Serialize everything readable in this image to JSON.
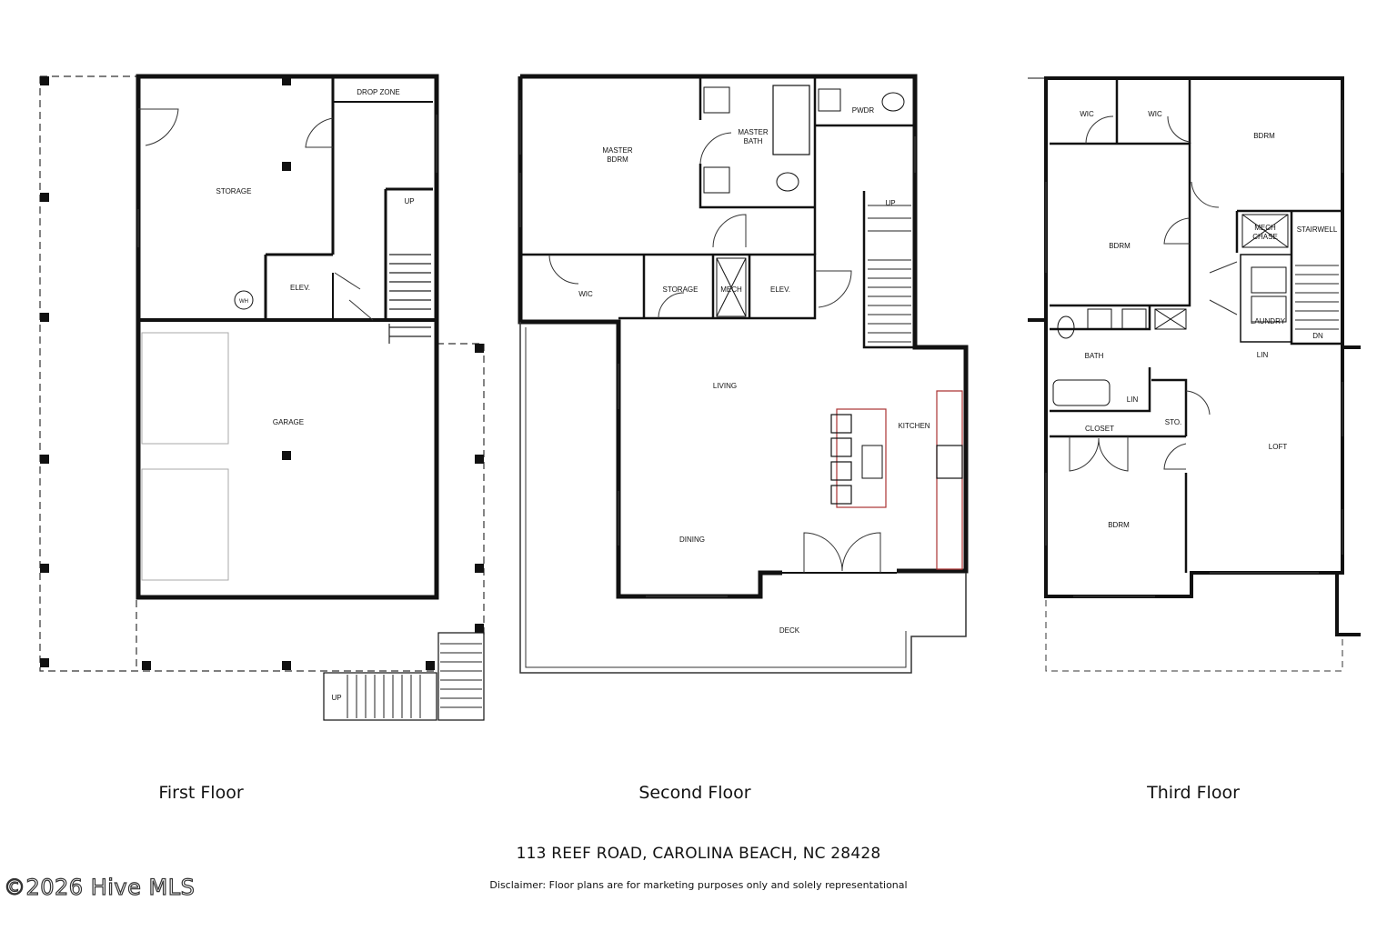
{
  "floors": [
    {
      "caption": "First Floor",
      "rooms": {
        "drop_zone": "DROP ZONE",
        "storage": "STORAGE",
        "elev": "ELEV.",
        "wh": "WH",
        "up": "UP",
        "garage": "GARAGE",
        "stair_up": "UP"
      }
    },
    {
      "caption": "Second Floor",
      "rooms": {
        "master_bdrm_1": "MASTER",
        "master_bdrm_2": "BDRM",
        "master_bath_1": "MASTER",
        "master_bath_2": "BATH",
        "pwdr": "PWDR",
        "up": "UP",
        "wic": "WIC",
        "storage": "STORAGE",
        "mech": "MECH",
        "elev": "ELEV.",
        "living": "LIVING",
        "kitchen": "KITCHEN",
        "dining": "DINING",
        "deck": "DECK"
      }
    },
    {
      "caption": "Third Floor",
      "rooms": {
        "wic_1": "WIC",
        "wic_2": "WIC",
        "bdrm_ne": "BDRM",
        "bdrm_w": "BDRM",
        "mech_chase_1": "MECH",
        "mech_chase_2": "CHASE",
        "stairwell": "STAIRWELL",
        "laundry": "LAUNDRY",
        "bath": "BATH",
        "lin_1": "LIN",
        "lin_2": "LIN",
        "dn": "DN",
        "closet": "CLOSET",
        "sto": "STO.",
        "loft": "LOFT",
        "bdrm_sw": "BDRM"
      }
    }
  ],
  "address": "113 REEF ROAD, CAROLINA BEACH, NC 28428",
  "disclaimer": "Disclaimer: Floor plans are for marketing purposes only and solely representational",
  "watermark": "©2026 Hive MLS"
}
